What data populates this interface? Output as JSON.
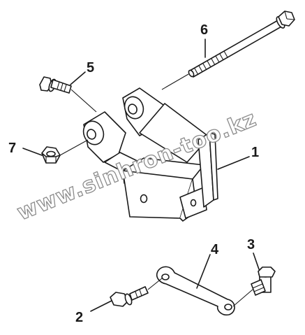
{
  "callouts": {
    "c1": "1",
    "c2": "2",
    "c3": "3",
    "c4": "4",
    "c5": "5",
    "c6": "6",
    "c7": "7"
  },
  "watermark": "www.sinhron-too.kz",
  "colors": {
    "line": "#1a1a1a",
    "paper": "#ffffff",
    "watermark_outline": "#8c8c8c"
  }
}
